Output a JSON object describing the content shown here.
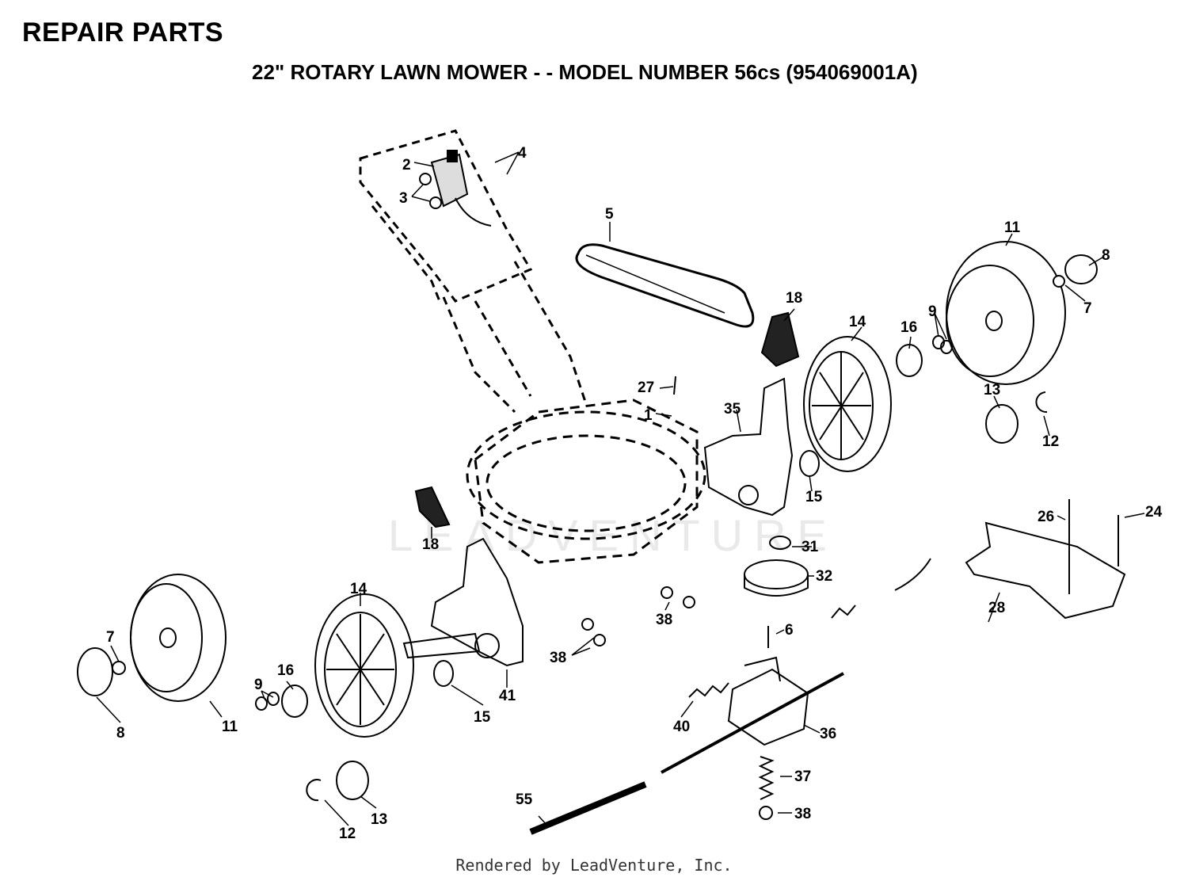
{
  "header": {
    "title": "REPAIR PARTS",
    "subtitle": "22\" ROTARY LAWN MOWER - - MODEL NUMBER 56cs (954069001A)"
  },
  "watermark": "LEADVENTURE",
  "footer": "Rendered by LeadVenture, Inc.",
  "callouts": [
    {
      "id": "c1",
      "label": "1"
    },
    {
      "id": "c2",
      "label": "2"
    },
    {
      "id": "c3",
      "label": "3"
    },
    {
      "id": "c4",
      "label": "4"
    },
    {
      "id": "c5",
      "label": "5"
    },
    {
      "id": "c6",
      "label": "6"
    },
    {
      "id": "c7a",
      "label": "7"
    },
    {
      "id": "c7b",
      "label": "7"
    },
    {
      "id": "c8a",
      "label": "8"
    },
    {
      "id": "c8b",
      "label": "8"
    },
    {
      "id": "c9a",
      "label": "9"
    },
    {
      "id": "c9b",
      "label": "9"
    },
    {
      "id": "c11a",
      "label": "11"
    },
    {
      "id": "c11b",
      "label": "11"
    },
    {
      "id": "c12a",
      "label": "12"
    },
    {
      "id": "c12b",
      "label": "12"
    },
    {
      "id": "c13a",
      "label": "13"
    },
    {
      "id": "c13b",
      "label": "13"
    },
    {
      "id": "c14a",
      "label": "14"
    },
    {
      "id": "c14b",
      "label": "14"
    },
    {
      "id": "c15a",
      "label": "15"
    },
    {
      "id": "c15b",
      "label": "15"
    },
    {
      "id": "c16a",
      "label": "16"
    },
    {
      "id": "c16b",
      "label": "16"
    },
    {
      "id": "c18a",
      "label": "18"
    },
    {
      "id": "c18b",
      "label": "18"
    },
    {
      "id": "c24",
      "label": "24"
    },
    {
      "id": "c26",
      "label": "26"
    },
    {
      "id": "c27",
      "label": "27"
    },
    {
      "id": "c28",
      "label": "28"
    },
    {
      "id": "c31",
      "label": "31"
    },
    {
      "id": "c32",
      "label": "32"
    },
    {
      "id": "c35",
      "label": "35"
    },
    {
      "id": "c36",
      "label": "36"
    },
    {
      "id": "c37",
      "label": "37"
    },
    {
      "id": "c38a",
      "label": "38"
    },
    {
      "id": "c38b",
      "label": "38"
    },
    {
      "id": "c38c",
      "label": "38"
    },
    {
      "id": "c40",
      "label": "40"
    },
    {
      "id": "c41",
      "label": "41"
    },
    {
      "id": "c55",
      "label": "55"
    }
  ]
}
